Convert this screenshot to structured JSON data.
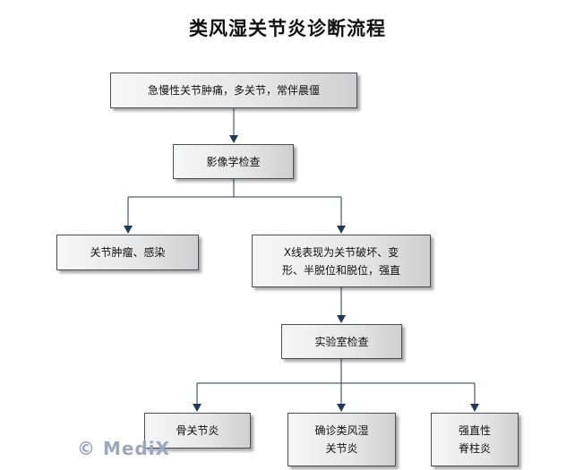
{
  "title": "类风湿关节炎诊断流程",
  "nodes": {
    "symptoms": "急慢性关节肿痛，多关节，常伴晨僵",
    "imaging": "影像学检查",
    "tumor_infection": "关节肿瘤、感染",
    "xray": "X线表现为关节破坏、变\n形、半脱位和脱位，强直",
    "lab": "实验室检查",
    "osteo": "骨关节炎",
    "ra": "确诊类风湿\n关节炎",
    "as": "强直性\n脊柱炎"
  },
  "watermark": "© MediX",
  "colors": {
    "line": "#1f3a5a",
    "border": "#4a4f55"
  }
}
